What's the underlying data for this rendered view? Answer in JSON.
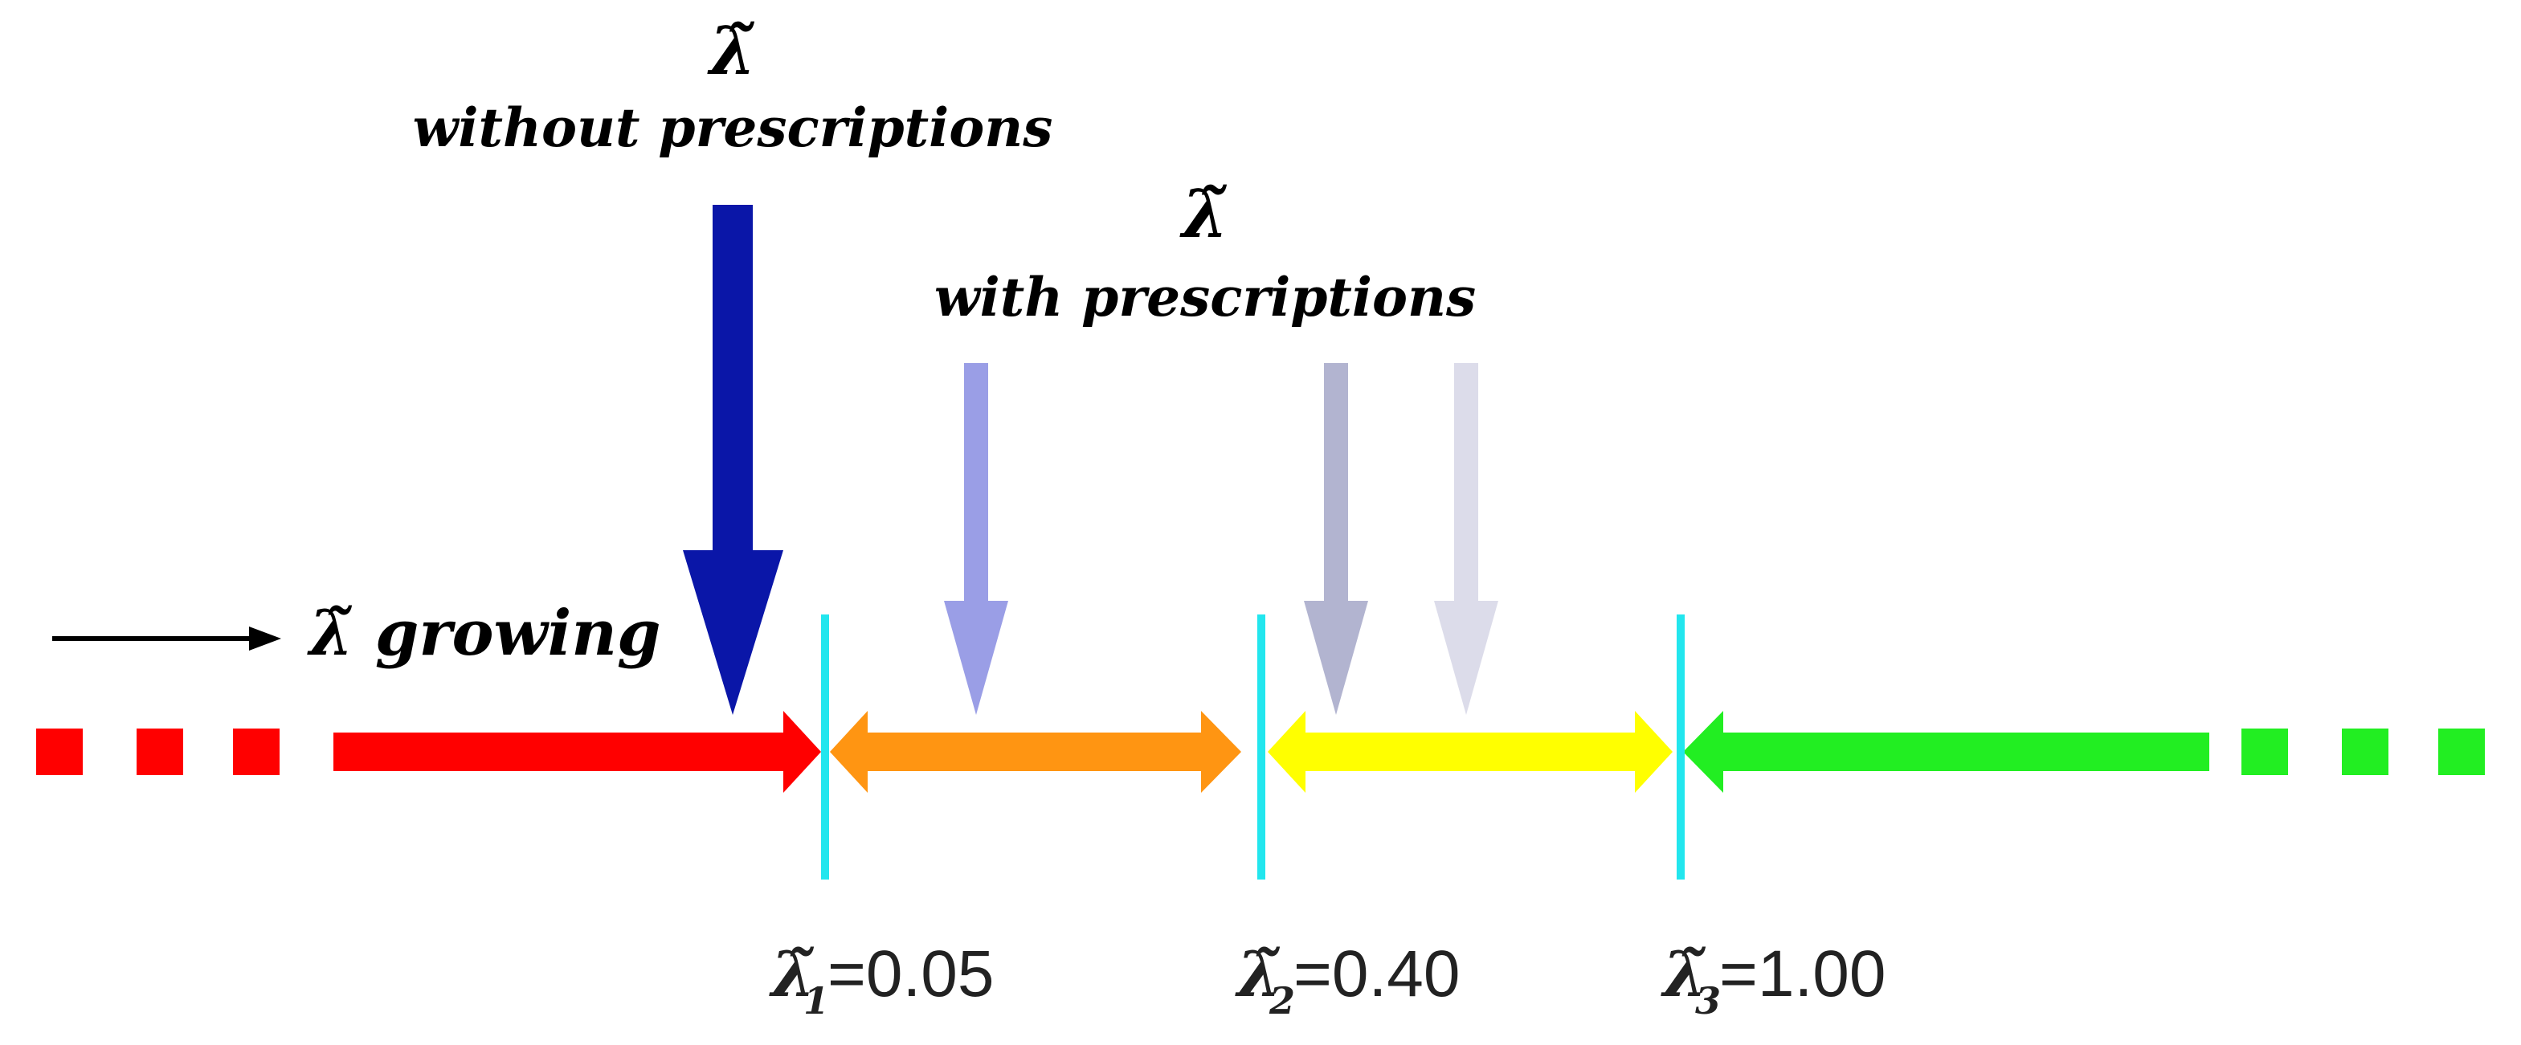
{
  "diagram": {
    "growing_label": "λ̃ growing",
    "without_label": {
      "symbol": "λ̃",
      "text": "without prescriptions"
    },
    "with_label": {
      "symbol": "λ̃",
      "text": "with prescriptions"
    },
    "thresholds": [
      {
        "symbol": "λ̃",
        "subscript": "1",
        "value": "=0.05"
      },
      {
        "symbol": "λ̃",
        "subscript": "2",
        "value": "=0.40"
      },
      {
        "symbol": "λ̃",
        "subscript": "3",
        "value": "=1.00"
      }
    ],
    "colors": {
      "red": "#ff0000",
      "orange": "#ff9512",
      "yellow": "#ffff00",
      "green": "#22ee22",
      "cyan_divider": "#22e6ee",
      "dark_blue_arrow": "#0a16a8",
      "light_blue_arrow": "#9a9ee6",
      "gray_blue_arrow": "#b2b4d0",
      "pale_arrow": "#dcdcea",
      "black_arrow": "#000000"
    }
  }
}
